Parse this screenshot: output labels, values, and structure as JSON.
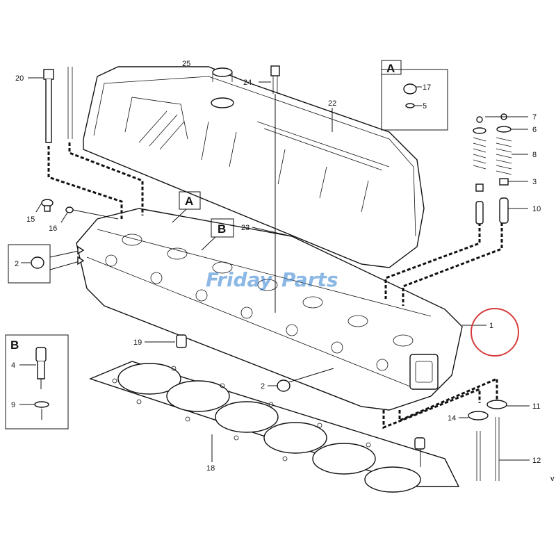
{
  "diagram": {
    "watermark": {
      "part1": "Friday",
      "part2": "Parts",
      "color_main": "#2f7fd1",
      "color_accent": "#f2a23a"
    },
    "highlight_color": "#d63b3b",
    "callouts": {
      "c1": "1",
      "c2a": "2",
      "c2b": "2",
      "c3": "3",
      "c4": "4",
      "c5": "5",
      "c6": "6",
      "c7": "7",
      "c8": "8",
      "c9": "9",
      "c10": "10",
      "c11": "11",
      "c12": "12",
      "c14": "14",
      "c15": "15",
      "c16": "16",
      "c17": "17",
      "c18": "18",
      "c19": "19",
      "c20": "20",
      "c22": "22",
      "c23": "23",
      "c24": "24",
      "c25": "25"
    },
    "detail_boxes": {
      "a": "A",
      "b": "B"
    },
    "corner_mark": "v"
  }
}
